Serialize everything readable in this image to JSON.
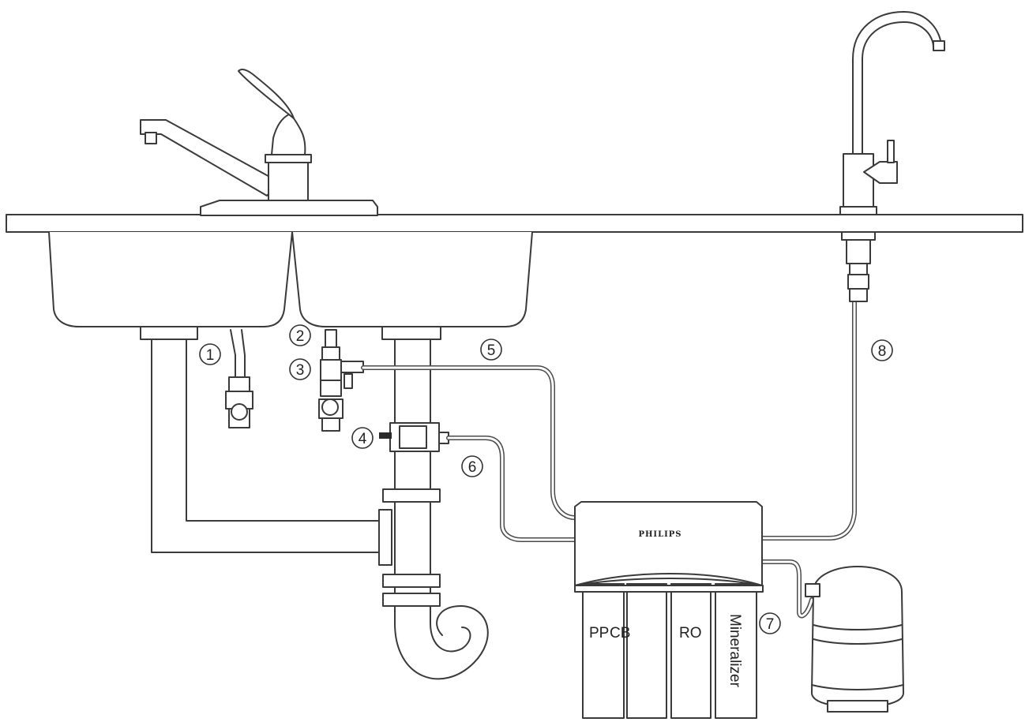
{
  "diagram": {
    "brand": "PHILIPS",
    "filters": [
      {
        "label": "PP"
      },
      {
        "label": "CB"
      },
      {
        "label": "RO"
      },
      {
        "label": "Mineralizer"
      }
    ],
    "callouts": [
      "1",
      "2",
      "3",
      "4",
      "5",
      "6",
      "7",
      "8"
    ]
  }
}
